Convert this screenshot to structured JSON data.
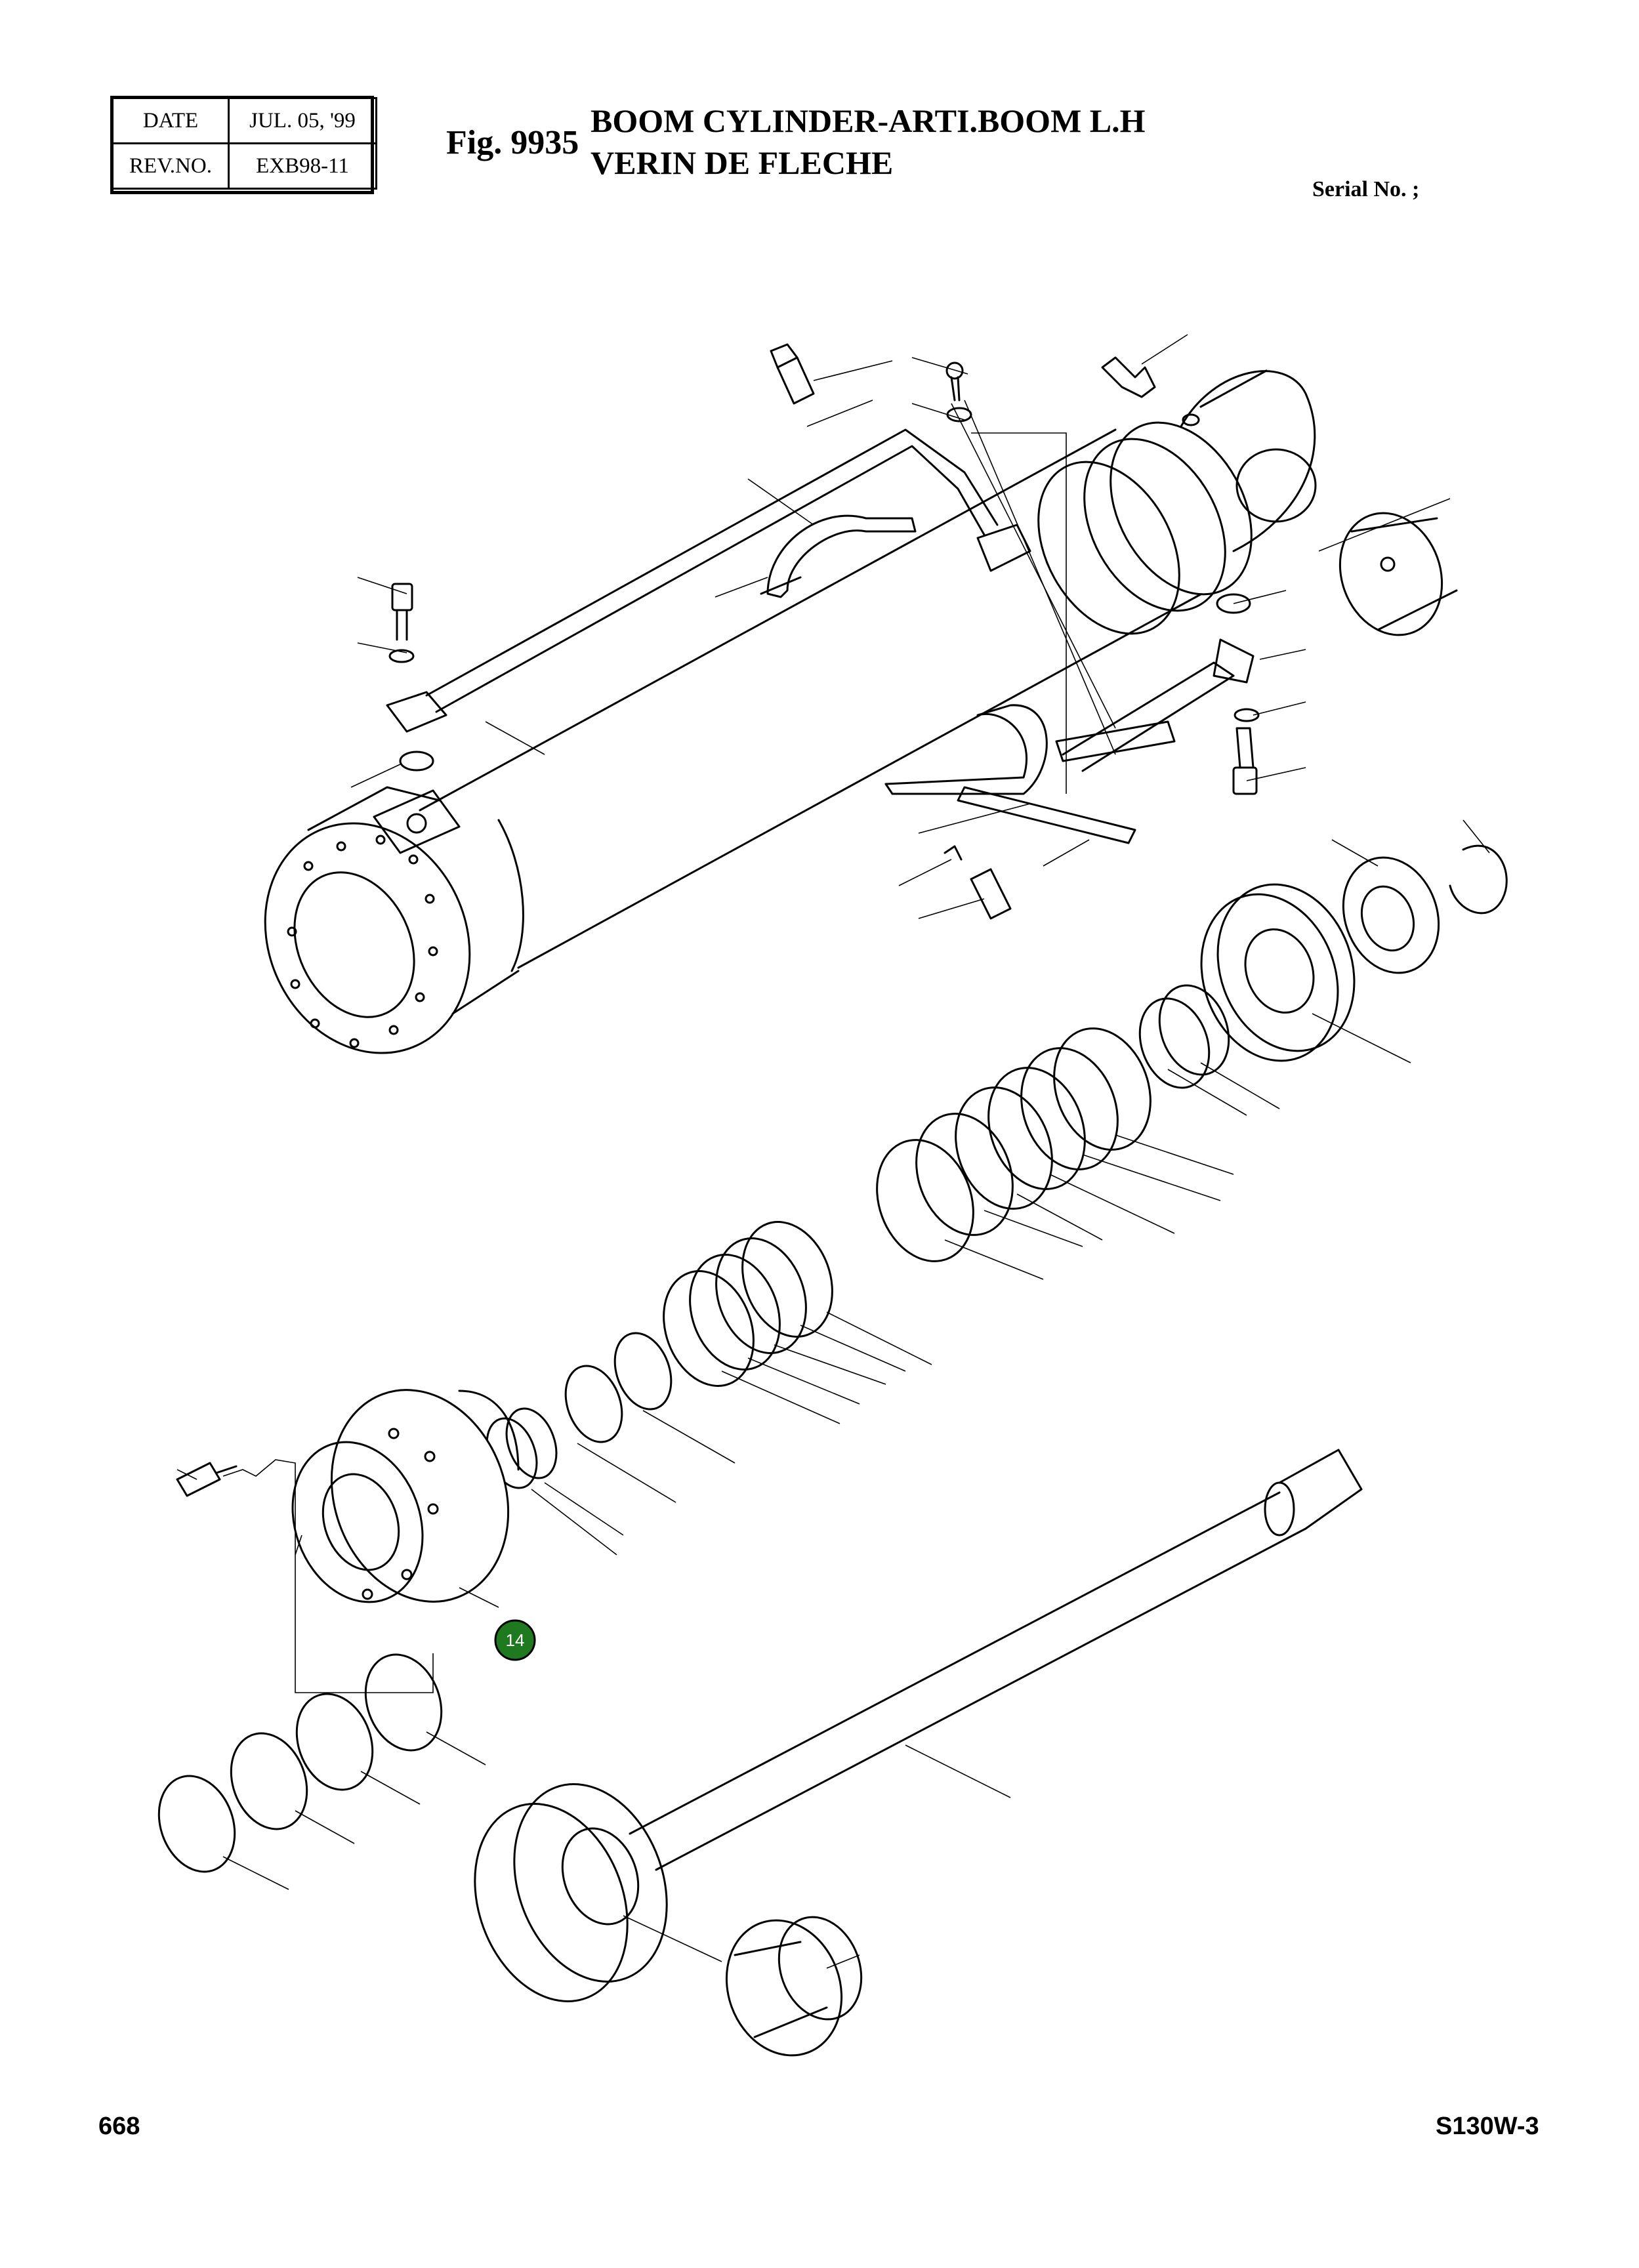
{
  "revision": {
    "date_label": "DATE",
    "date_value": "JUL. 05, '99",
    "rev_label": "REV.NO.",
    "rev_value": "EXB98-11"
  },
  "figure": {
    "number": "Fig. 9935",
    "title_en": "BOOM CYLINDER-ARTI.BOOM L.H",
    "title_fr": "VERIN DE FLECHE"
  },
  "serial": "Serial No. ;",
  "callout": {
    "label": "14",
    "color": "#1f7a1f"
  },
  "footer": {
    "page": "668",
    "model": "S130W-3"
  }
}
